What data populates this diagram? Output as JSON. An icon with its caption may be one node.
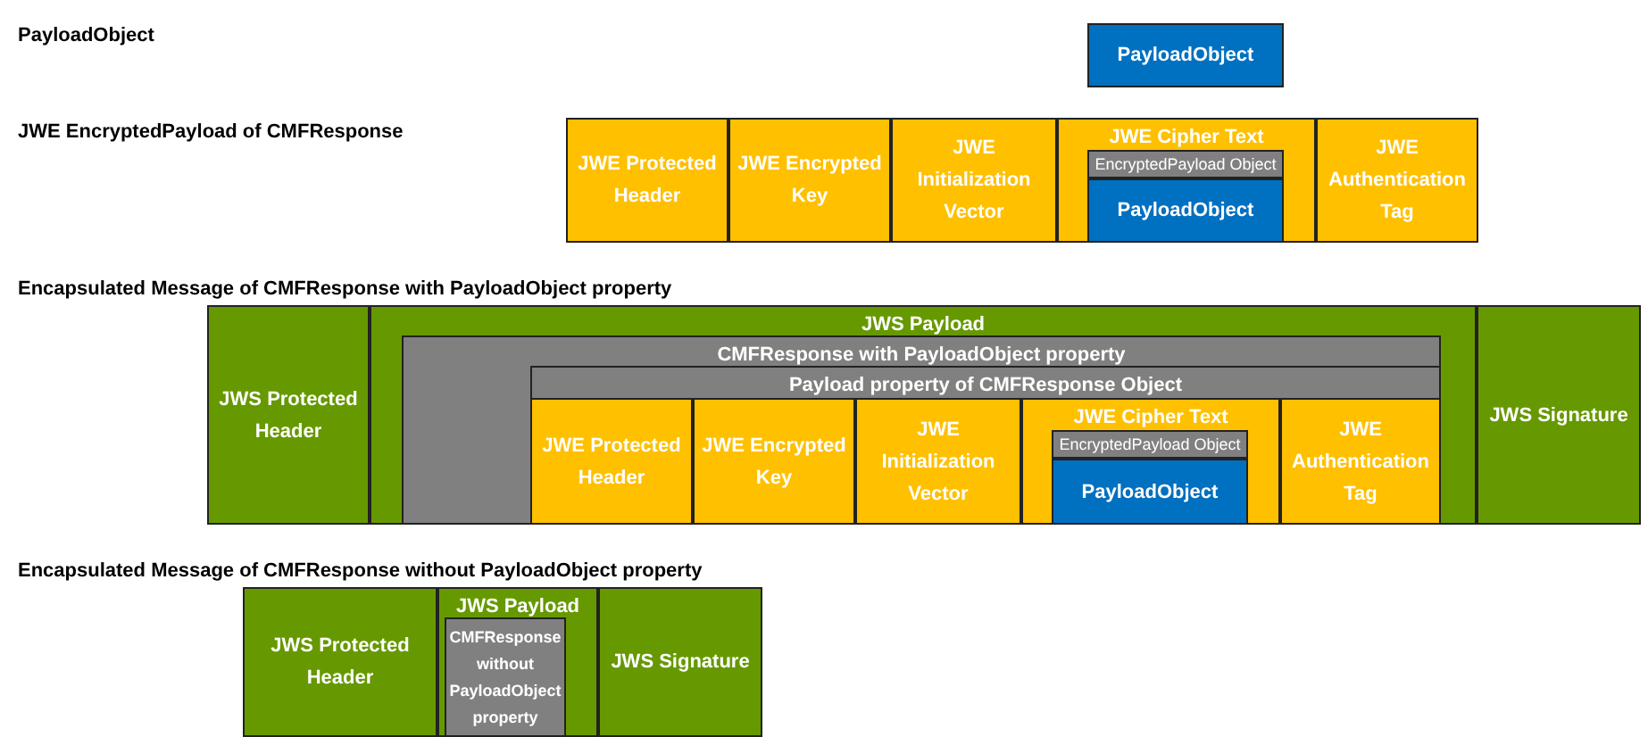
{
  "diagram": {
    "nodes": [
      {
        "text": [
          "PayloadObject"
        ]
      },
      {
        "text": [
          "JWE Protected Header"
        ]
      },
      {
        "text": [
          "JWE Encrypted Key"
        ]
      },
      {
        "text": [
          "JWE Initialization Vector"
        ]
      },
      {
        "text": [
          "JWE Cipher Text"
        ]
      },
      {
        "text": [
          "EncryptedPayload Object"
        ],
        "in": 4
      },
      {
        "text": [
          "PayloadObject"
        ],
        "in": 4
      },
      {
        "text": [
          "JWE Authentication Tag"
        ]
      },
      {
        "text": [
          "JWS Protected Header"
        ]
      },
      {
        "text": [
          "JWS Payload"
        ]
      },
      {
        "text": [
          "CMFResponse with PayloadObject property"
        ],
        "in": 9
      },
      {
        "text": [
          "Payload property of CMFResponse Object"
        ],
        "in": 10
      },
      {
        "text": [
          "JWE Protected Header"
        ],
        "in": 11
      },
      {
        "text": [
          "JWE Encrypted Key"
        ],
        "in": 11
      },
      {
        "text": [
          "JWE Initialization Vector"
        ],
        "in": 11
      },
      {
        "text": [
          "JWE Cipher Text"
        ],
        "in": 11
      },
      {
        "text": [
          "EncryptedPayload Object"
        ],
        "in": 15
      },
      {
        "text": [
          "PayloadObject"
        ],
        "in": 15
      },
      {
        "text": [
          "JWE Authentication Tag"
        ],
        "in": 11
      },
      {
        "text": [
          "JWS Signature"
        ]
      },
      {
        "text": [
          "JWS Protected Header"
        ]
      },
      {
        "text": [
          "JWS Payload"
        ]
      },
      {
        "text": [
          "CMFResponse without PayloadObject property"
        ],
        "in": 21
      },
      {
        "text": [
          "JWS Signature"
        ]
      }
    ],
    "labels": [
      "PayloadObject",
      "JWE EncryptedPayload of CMFResponse",
      "Encapsulated Message of CMFResponse with PayloadObject property",
      "Encapsulated Message of CMFResponse without PayloadObject property"
    ]
  }
}
